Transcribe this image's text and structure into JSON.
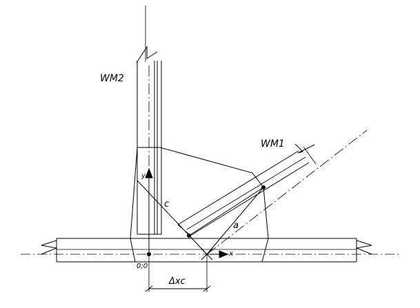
{
  "labels": {
    "member_top": "WM2",
    "member_diagonal": "WM1",
    "dim_c": "c",
    "dim_a": "a",
    "axis_y": "y",
    "axis_x": "x",
    "origin": "0;0",
    "offset": "Δxc"
  }
}
